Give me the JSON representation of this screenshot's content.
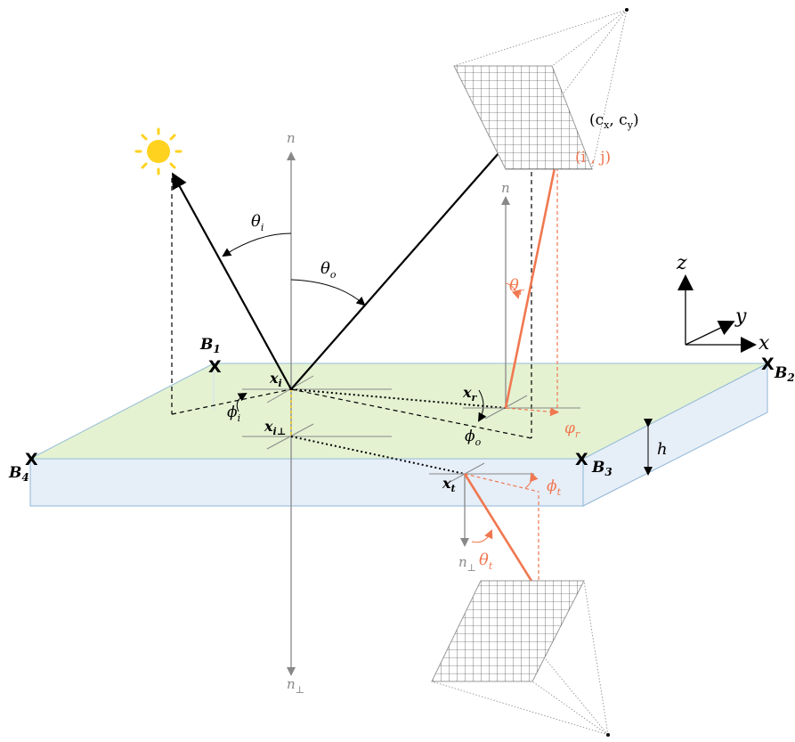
{
  "colors": {
    "plane_top": "#eef6d8",
    "plane_side": "#e6eef8",
    "plane_edge": "#8fb6d8",
    "orange": "#f07850",
    "gray": "#888888",
    "black": "#000000",
    "sun": "#ffd21f"
  },
  "icons": {
    "sun": "sun-icon",
    "corner": "x-mark-icon"
  },
  "labels": {
    "n_top": "n",
    "n_bottom_main": "n",
    "n_bottom_main_sub": "⊥",
    "n_reflect": "n",
    "n_trans": "n",
    "n_trans_sub": "⊥",
    "theta_i": "θ",
    "theta_i_sub": "i",
    "theta_o": "θ",
    "theta_o_sub": "o",
    "theta_r": "θ",
    "theta_r_sub": "r",
    "theta_t": "θ",
    "theta_t_sub": "t",
    "phi_i": "ϕ",
    "phi_i_sub": "i",
    "phi_o": "ϕ",
    "phi_o_sub": "o",
    "phi_r": "φ",
    "phi_r_sub": "r",
    "phi_t": "ϕ",
    "phi_t_sub": "t",
    "x_i": "x",
    "x_i_sub": "i",
    "x_iperp": "x",
    "x_iperp_sub": "i⊥",
    "x_r": "x",
    "x_r_sub": "r",
    "x_t": "x",
    "x_t_sub": "t",
    "B1": "B",
    "B1_sub": "1",
    "B2": "B",
    "B2_sub": "2",
    "B3": "B",
    "B3_sub": "3",
    "B4": "B",
    "B4_sub": "4",
    "h": "h",
    "cxcy_open": "(c",
    "cx_sub": "x",
    "cxcy_mid": ", c",
    "cy_sub": "y",
    "cxcy_close": ")",
    "ij": "(i , j)",
    "axis_z": "z",
    "axis_y": "y",
    "axis_x": "x",
    "corner_mark": "X"
  }
}
